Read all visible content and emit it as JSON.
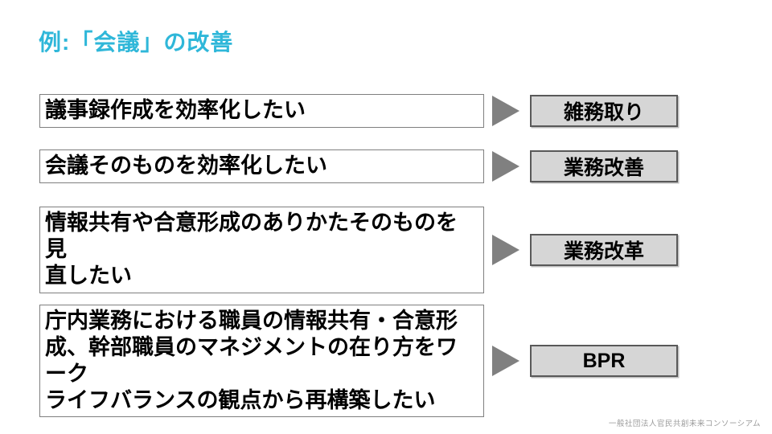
{
  "slide": {
    "title": "例:「会議」の改善",
    "rows": [
      {
        "need": "議事録作成を効率化したい",
        "category": "雑務取り"
      },
      {
        "need": "会議そのものを効率化したい",
        "category": "業務改善"
      },
      {
        "need": "情報共有や合意形成のありかたそのものを見\n直したい",
        "category": "業務改革"
      },
      {
        "need": "庁内業務における職員の情報共有・合意形\n成、幹部職員のマネジメントの在り方をワーク\nライフバランスの観点から再構築したい",
        "category": "BPR"
      }
    ],
    "footer": "一般社団法人官民共創未来コンソーシアム",
    "colors": {
      "title_accent": "#2fb7d9",
      "arrow_gray": "#808080",
      "category_fill": "#d6d6d6",
      "category_border": "#595959",
      "need_border": "#7f7f7f",
      "footer_gray": "#9b9b9b"
    }
  }
}
